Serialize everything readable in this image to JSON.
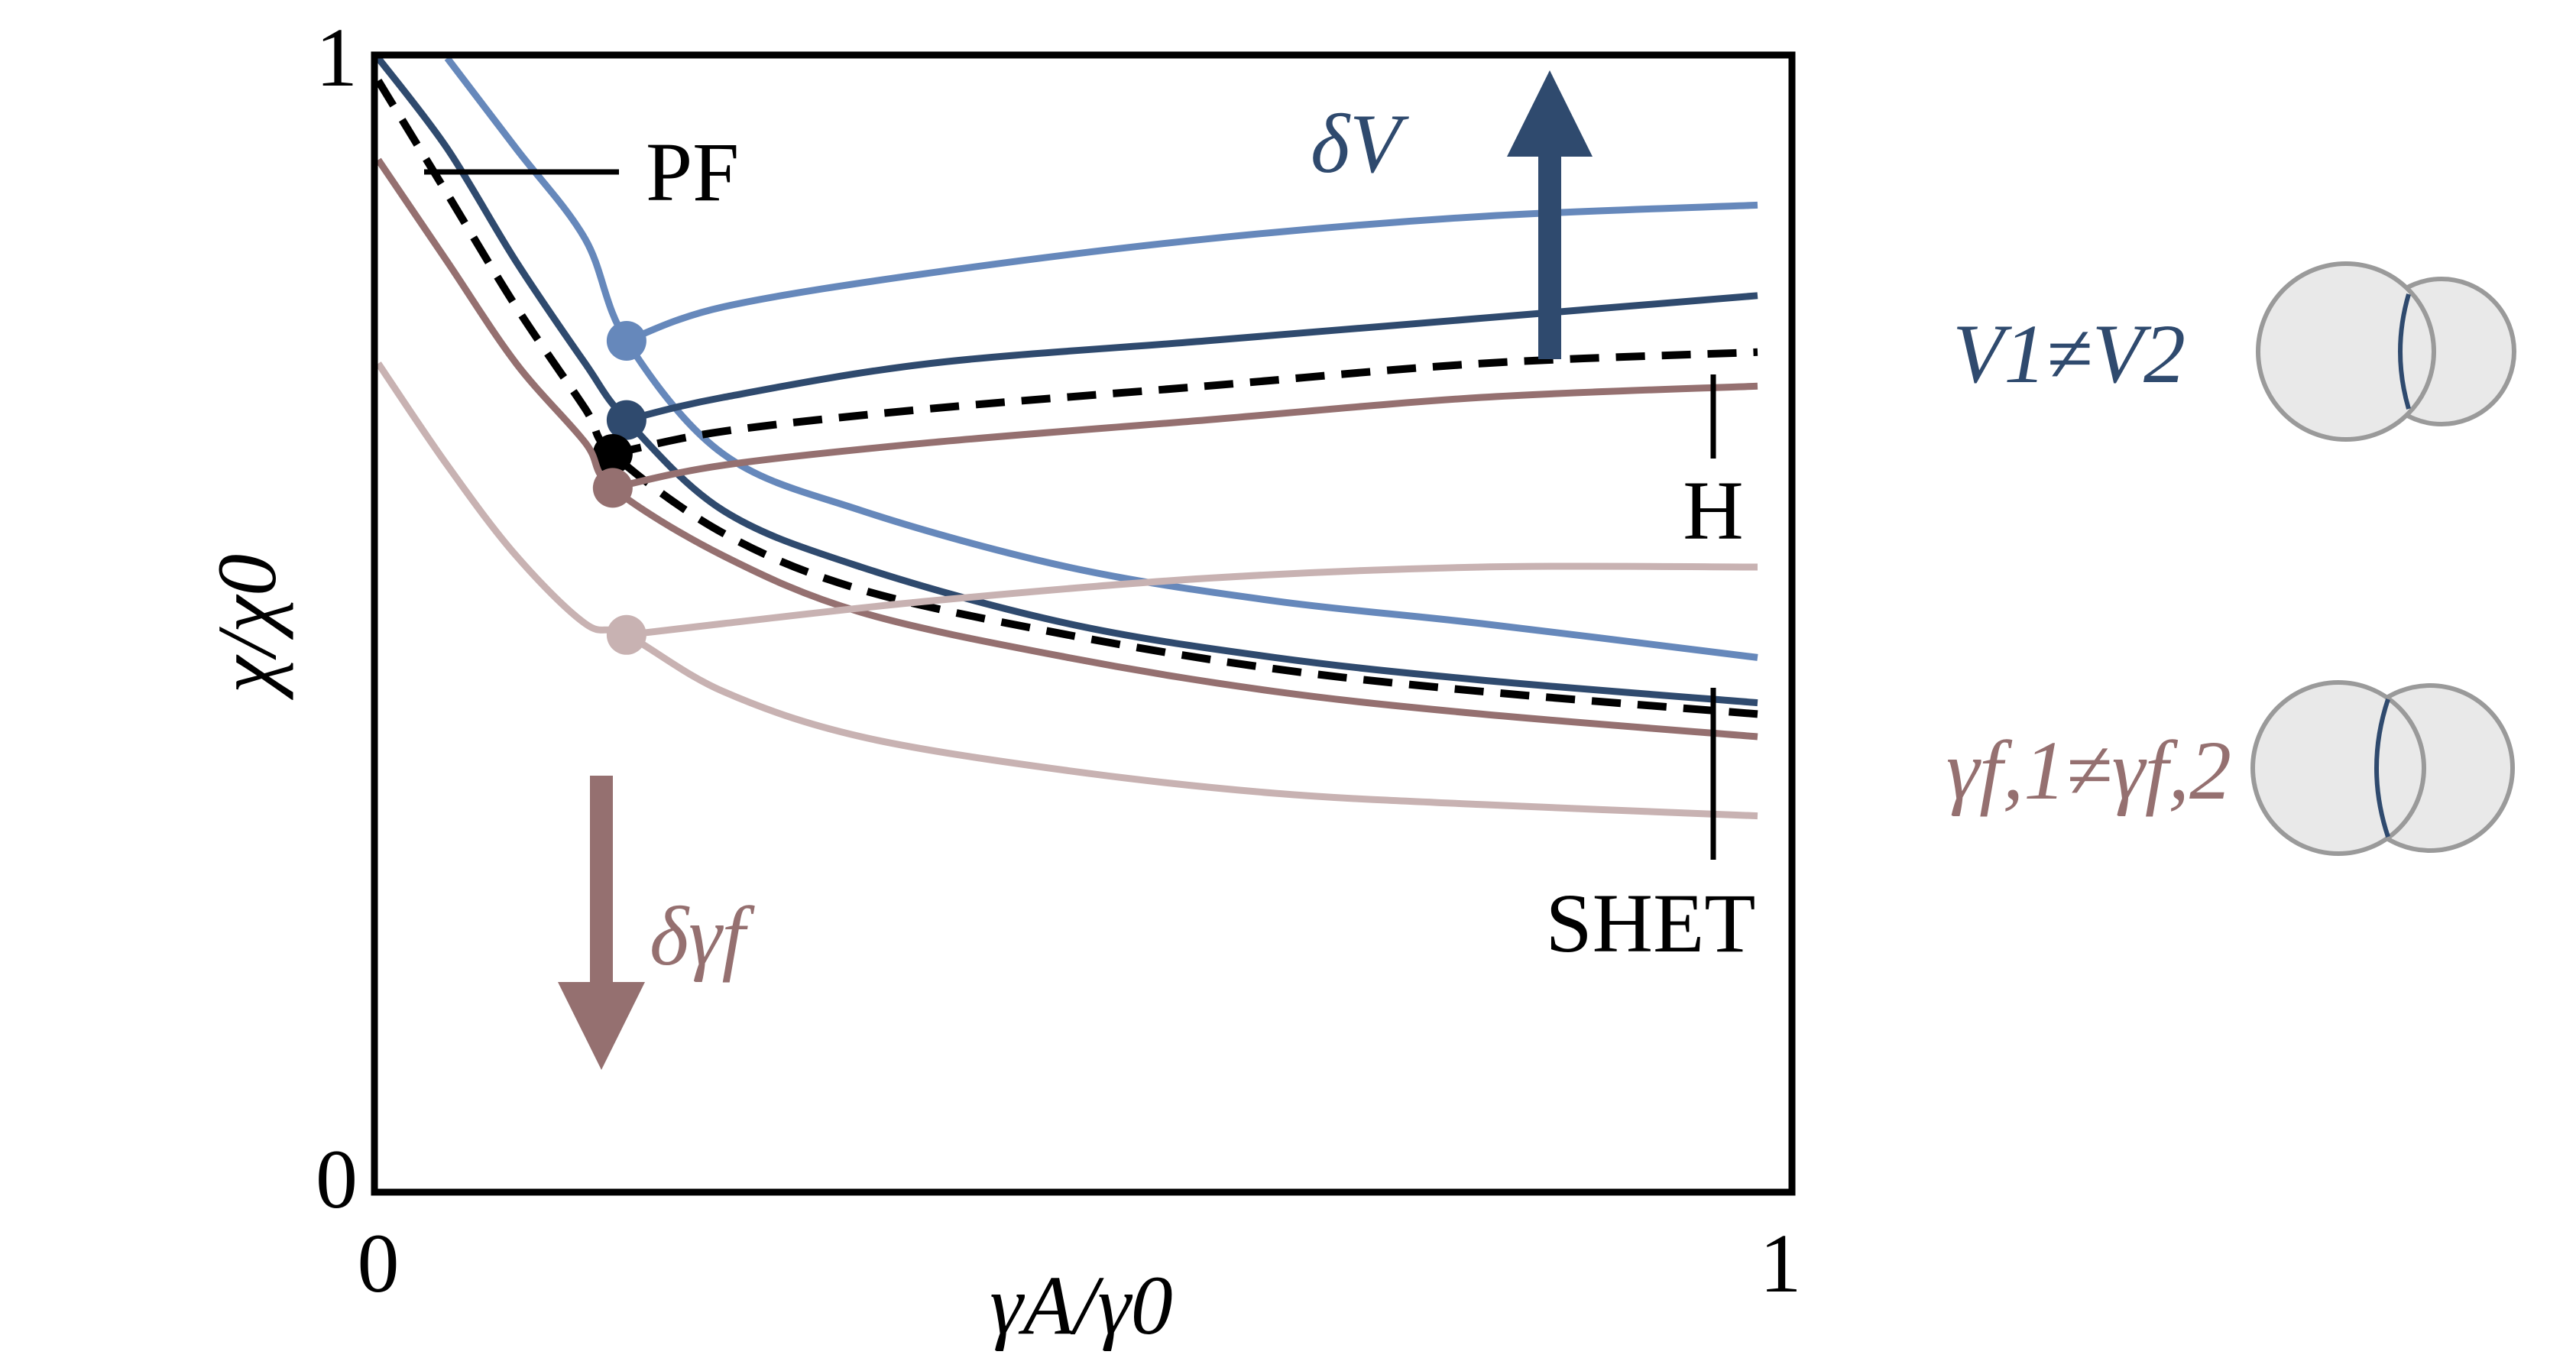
{
  "chart_data": {
    "type": "line",
    "xlabel": "γA/γ0",
    "ylabel": "χ/χ0",
    "xlim": [
      0,
      1
    ],
    "ylim": [
      0,
      1
    ],
    "x_ticks": [
      "0",
      "1"
    ],
    "y_ticks": [
      "0",
      "1"
    ],
    "grid": false,
    "annotations": {
      "pf": "PF",
      "h": "H",
      "shet": "SHET",
      "delta_v": "δV",
      "delta_gamma": "δγf",
      "v_neq": "V1≠V2",
      "gamma_neq": "γf,1≠γf,2"
    },
    "series": [
      {
        "color": "#6688bb",
        "dash": false,
        "lower": {
          "x": [
            0.05,
            0.1,
            0.15,
            0.18,
            0.25,
            0.35,
            0.5,
            0.65,
            0.8,
            1.0
          ],
          "y": [
            1.0,
            0.92,
            0.84,
            0.75,
            0.65,
            0.6,
            0.55,
            0.52,
            0.5,
            0.47
          ]
        },
        "upper": {
          "x": [
            0.18,
            0.25,
            0.4,
            0.6,
            0.8,
            1.0
          ],
          "y": [
            0.75,
            0.78,
            0.81,
            0.84,
            0.86,
            0.87
          ]
        },
        "point": [
          0.18,
          0.75
        ]
      },
      {
        "color": "#2f4a6e",
        "dash": false,
        "lower": {
          "x": [
            0.0,
            0.05,
            0.1,
            0.15,
            0.18,
            0.25,
            0.35,
            0.5,
            0.65,
            0.8,
            1.0
          ],
          "y": [
            1.0,
            0.92,
            0.82,
            0.73,
            0.68,
            0.6,
            0.55,
            0.5,
            0.47,
            0.45,
            0.43
          ]
        },
        "upper": {
          "x": [
            0.18,
            0.25,
            0.4,
            0.6,
            0.8,
            1.0
          ],
          "y": [
            0.68,
            0.7,
            0.73,
            0.75,
            0.77,
            0.79
          ]
        },
        "point": [
          0.18,
          0.68
        ]
      },
      {
        "color": "#000000",
        "dash": true,
        "lower": {
          "x": [
            0.0,
            0.05,
            0.1,
            0.15,
            0.17,
            0.25,
            0.35,
            0.5,
            0.65,
            0.8,
            1.0
          ],
          "y": [
            0.98,
            0.88,
            0.78,
            0.69,
            0.65,
            0.58,
            0.53,
            0.49,
            0.46,
            0.44,
            0.42
          ]
        },
        "upper": {
          "x": [
            0.17,
            0.25,
            0.4,
            0.6,
            0.8,
            1.0
          ],
          "y": [
            0.65,
            0.67,
            0.69,
            0.71,
            0.73,
            0.74
          ]
        },
        "point": [
          0.17,
          0.65
        ]
      },
      {
        "color": "#957070",
        "dash": false,
        "lower": {
          "x": [
            0.0,
            0.05,
            0.1,
            0.15,
            0.17,
            0.25,
            0.35,
            0.5,
            0.65,
            0.8,
            1.0
          ],
          "y": [
            0.91,
            0.82,
            0.73,
            0.66,
            0.62,
            0.56,
            0.51,
            0.47,
            0.44,
            0.42,
            0.4
          ]
        },
        "upper": {
          "x": [
            0.17,
            0.25,
            0.4,
            0.6,
            0.8,
            1.0
          ],
          "y": [
            0.62,
            0.64,
            0.66,
            0.68,
            0.7,
            0.71
          ]
        },
        "point": [
          0.17,
          0.62
        ]
      },
      {
        "color": "#c8b2b2",
        "dash": false,
        "lower": {
          "x": [
            0.0,
            0.05,
            0.1,
            0.15,
            0.18,
            0.25,
            0.35,
            0.5,
            0.65,
            0.8,
            1.0
          ],
          "y": [
            0.73,
            0.64,
            0.56,
            0.5,
            0.49,
            0.44,
            0.4,
            0.37,
            0.35,
            0.34,
            0.33
          ]
        },
        "upper": {
          "x": [
            0.18,
            0.25,
            0.4,
            0.6,
            0.8,
            1.0
          ],
          "y": [
            0.49,
            0.5,
            0.52,
            0.54,
            0.55,
            0.55
          ]
        },
        "point": [
          0.18,
          0.49
        ]
      }
    ]
  },
  "colors": {
    "v_accent": "#2f4a6e",
    "gamma_accent": "#957070",
    "droplet_fill": "#e9e9e9",
    "droplet_stroke": "#9a9a9a"
  }
}
